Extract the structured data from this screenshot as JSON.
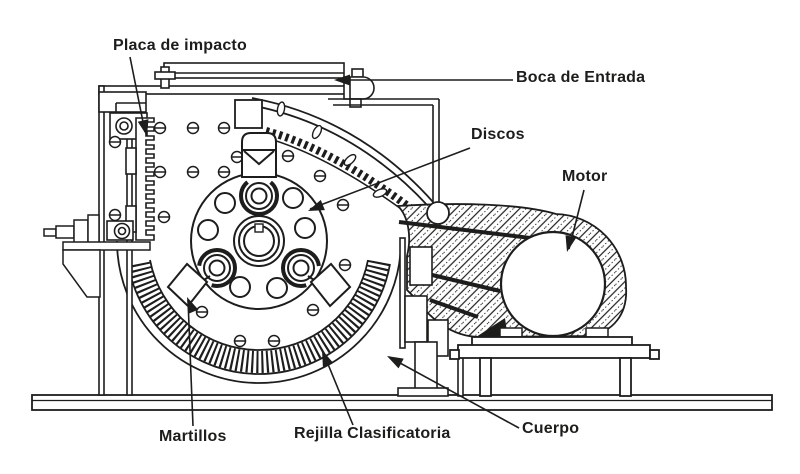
{
  "diagram": {
    "labels": {
      "placa_de_impacto": "Placa de impacto",
      "boca_de_entrada": "Boca de Entrada",
      "discos": "Discos",
      "motor": "Motor",
      "martillos": "Martillos",
      "rejilla_clasificatoria": "Rejilla Clasificatoria",
      "cuerpo": "Cuerpo"
    },
    "colors": {
      "ink": "#1d1d1b",
      "paper": "#ffffff"
    }
  }
}
